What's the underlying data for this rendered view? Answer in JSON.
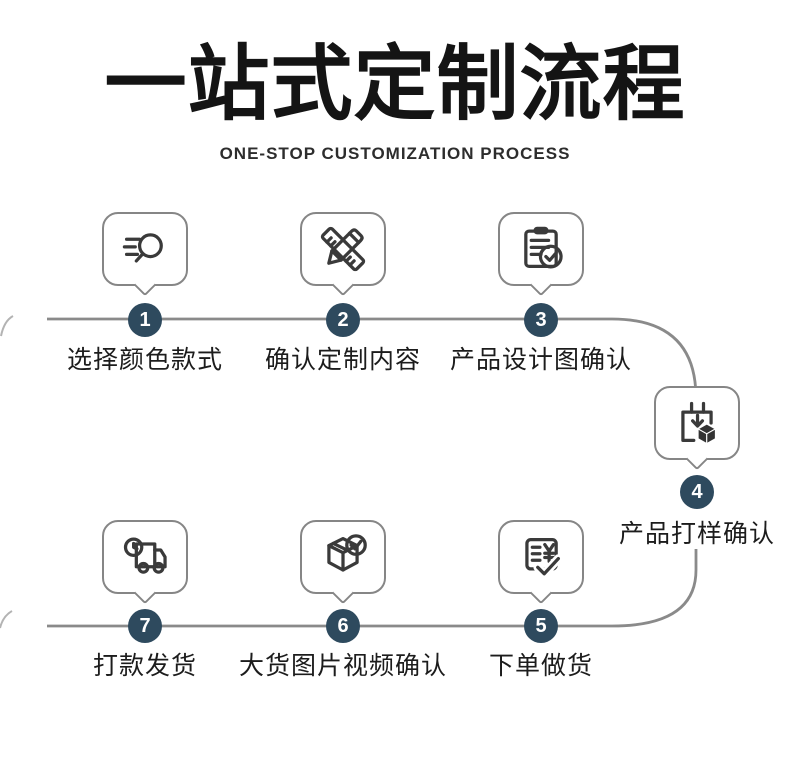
{
  "header": {
    "title": "一站式定制流程",
    "subtitle": "ONE-STOP CUSTOMIZATION PROCESS"
  },
  "colors": {
    "step_circle": "#2e4a5e",
    "flow_line": "#8a8a8a",
    "icon_stroke": "#3a3a3a",
    "bubble_border": "#868686",
    "label_text": "#1c1c1c"
  },
  "steps": [
    {
      "number": "1",
      "label": "选择颜色款式",
      "icon": "search-icon"
    },
    {
      "number": "2",
      "label": "确认定制内容",
      "icon": "pencil-ruler-icon"
    },
    {
      "number": "3",
      "label": "产品设计图确认",
      "icon": "clipboard-check-icon"
    },
    {
      "number": "4",
      "label": "产品打样确认",
      "icon": "sample-box-icon"
    },
    {
      "number": "5",
      "label": "下单做货",
      "icon": "order-invoice-icon"
    },
    {
      "number": "6",
      "label": "大货图片视频确认",
      "icon": "package-check-icon"
    },
    {
      "number": "7",
      "label": "打款发货",
      "icon": "delivery-truck-icon"
    }
  ]
}
